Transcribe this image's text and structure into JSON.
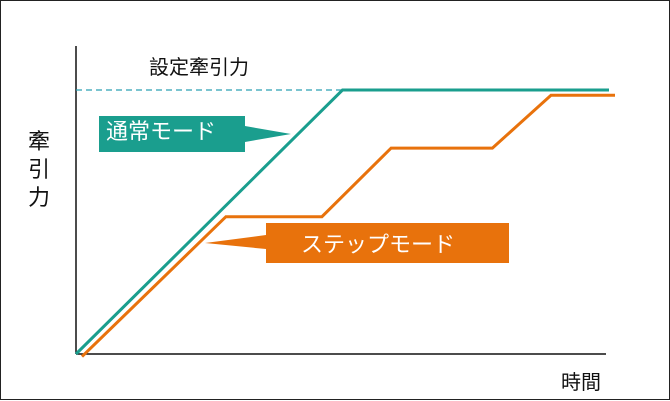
{
  "chart_data": {
    "type": "line",
    "xlabel": "時間",
    "ylabel": "牽引力",
    "annotations": {
      "target_label": "設定牽引力"
    },
    "xlim": [
      0,
      100
    ],
    "ylim": [
      0,
      100
    ],
    "target_level": 100,
    "series": [
      {
        "name": "通常モード",
        "color": "#1a9e8e",
        "x": [
          0,
          50,
          100
        ],
        "y": [
          0,
          100,
          100
        ]
      },
      {
        "name": "ステップモード",
        "color": "#e8720c",
        "x": [
          0,
          27,
          45,
          58,
          77,
          88,
          100
        ],
        "y": [
          -1,
          52,
          52,
          78,
          78,
          98,
          98
        ]
      }
    ]
  }
}
